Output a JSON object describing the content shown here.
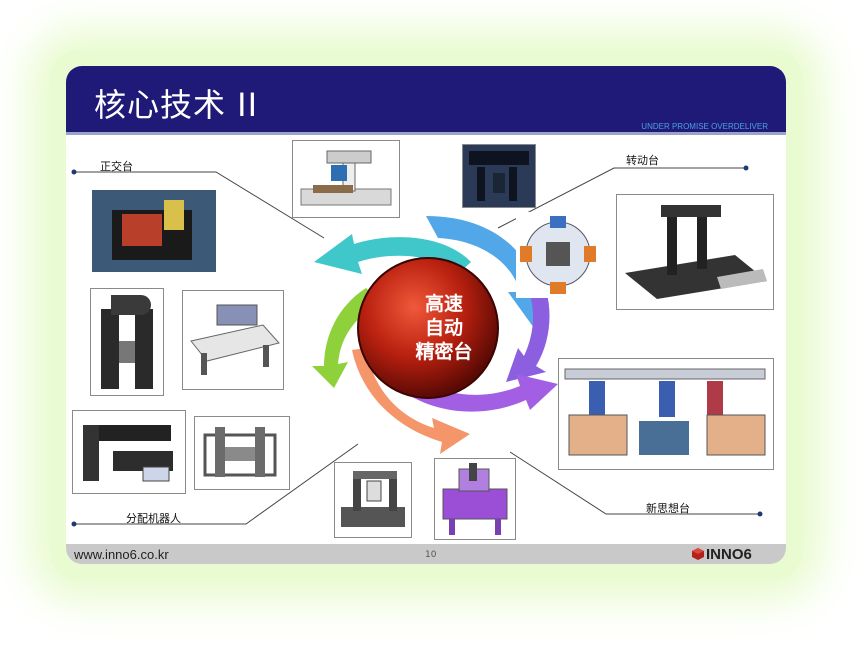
{
  "slide": {
    "title": "核心技术 II",
    "tagline": "UNDER PROMISE OVERDELIVER",
    "center_lines": [
      "高速",
      "自动",
      "精密台"
    ],
    "labels": {
      "orthogonal_stage": "正交台",
      "rotary_stage": "转动台",
      "dispensing_robot": "分配机器人",
      "new_idea_stage": "新思想台"
    },
    "footer": {
      "url": "www.inno6.co.kr",
      "page": "10",
      "logo": "INNO6"
    }
  },
  "colors": {
    "header": "#1f1977",
    "brand_red": "#b4201a",
    "arrow_teal": "#3fc7c9",
    "arrow_blue": "#52a7e8",
    "arrow_green": "#8ed13b",
    "arrow_purple": "#8c5fe0",
    "arrow_orange": "#f4956a"
  }
}
